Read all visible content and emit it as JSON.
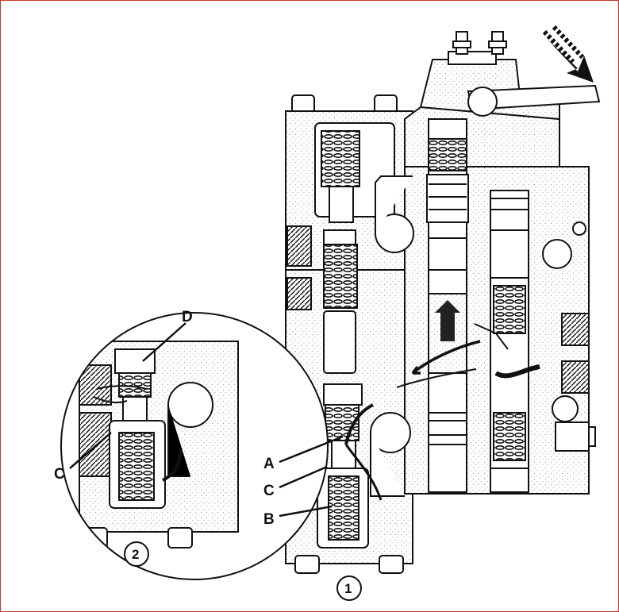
{
  "figure": {
    "callouts": {
      "A": "A",
      "B": "B",
      "C_main": "C",
      "C_detail": "C",
      "D": "D"
    },
    "view_numbers": {
      "main": "1",
      "detail": "2"
    }
  },
  "colors": {
    "frame": "#c8332b",
    "ink": "#111111",
    "stipple": "#9a9a9a",
    "background": "#ffffff"
  }
}
